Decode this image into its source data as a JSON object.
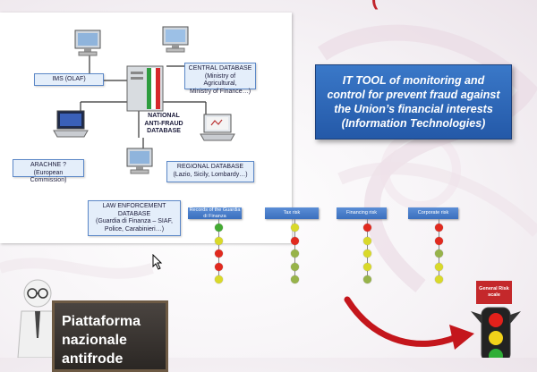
{
  "header": {
    "title_fragment": "("
  },
  "diagram": {
    "center": {
      "line1": "NATIONAL",
      "line2": "ANTI-FRAUD",
      "line3": "DATABASE"
    },
    "ims": {
      "title": "IMS (OLAF)"
    },
    "central": {
      "title": "CENTRAL DATABASE",
      "line1": "(Ministry of Agricultural,",
      "line2": "Ministry of Finance…)"
    },
    "arachne": {
      "title": "ARACHNE ?",
      "line1": "(European Commission)"
    },
    "regional": {
      "title": "REGIONAL DATABASE",
      "line1": "(Lazio, Sicily, Lombardy…)"
    },
    "law": {
      "title1": "LAW ENFORCEMENT",
      "title2": "DATABASE",
      "line1": "(Guardia di Finanza – SIAF,",
      "line2": "Police, Carabinieri…)"
    }
  },
  "it_tool": {
    "line1": "IT TOOL of monitoring and",
    "line2": "control for prevent fraud against",
    "line3": "the Union’s financial interests",
    "line4": "(Information Technologies)"
  },
  "risk_columns": [
    {
      "label": "Records of the Guardia di Finanza",
      "dots": [
        "#44aa33",
        "#d9d92a",
        "#e12a1f",
        "#e12a1f",
        "#d9d92a"
      ]
    },
    {
      "label": "Tax risk",
      "dots": [
        "#d9d92a",
        "#e12a1f",
        "#97b34a",
        "#97b34a",
        "#97b34a"
      ]
    },
    {
      "label": "Financing risk",
      "dots": [
        "#e12a1f",
        "#d9d92a",
        "#d9d92a",
        "#d9d92a",
        "#97b34a"
      ]
    },
    {
      "label": "Corporate risk",
      "dots": [
        "#e12a1f",
        "#e12a1f",
        "#97b34a",
        "#d9d92a",
        "#d9d92a"
      ]
    }
  ],
  "general_risk": {
    "line1": "General Risk",
    "line2": "scale"
  },
  "board": {
    "line1": "Piattaforma",
    "line2": "nazionale",
    "line3": "antifrode"
  },
  "colors": {
    "accent_red": "#c0232b",
    "box_blue": "#2a62b3",
    "light_db": "#e4eefa"
  }
}
